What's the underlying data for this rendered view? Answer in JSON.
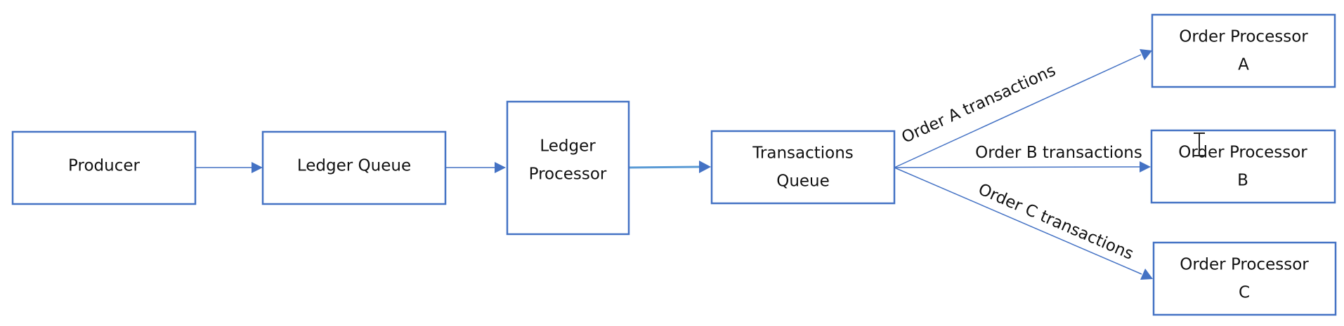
{
  "nodes": {
    "producer": "Producer",
    "ledger_queue": "Ledger Queue",
    "ledger_processor": {
      "line1": "Ledger",
      "line2": "Processor"
    },
    "transactions_queue": {
      "line1": "Transactions",
      "line2": "Queue"
    },
    "order_processor_a": {
      "line1": "Order Processor",
      "line2": "A"
    },
    "order_processor_b": {
      "line1": "Order Processor",
      "line2": "B"
    },
    "order_processor_c": {
      "line1": "Order Processor",
      "line2": "C"
    }
  },
  "edges": {
    "order_a": "Order A transactions",
    "order_b": "Order B transactions",
    "order_c": "Order C transactions"
  },
  "colors": {
    "box_stroke": "#4472c4",
    "arrow": "#4472c4"
  },
  "icons": {
    "cursor": "text-cursor-icon"
  }
}
